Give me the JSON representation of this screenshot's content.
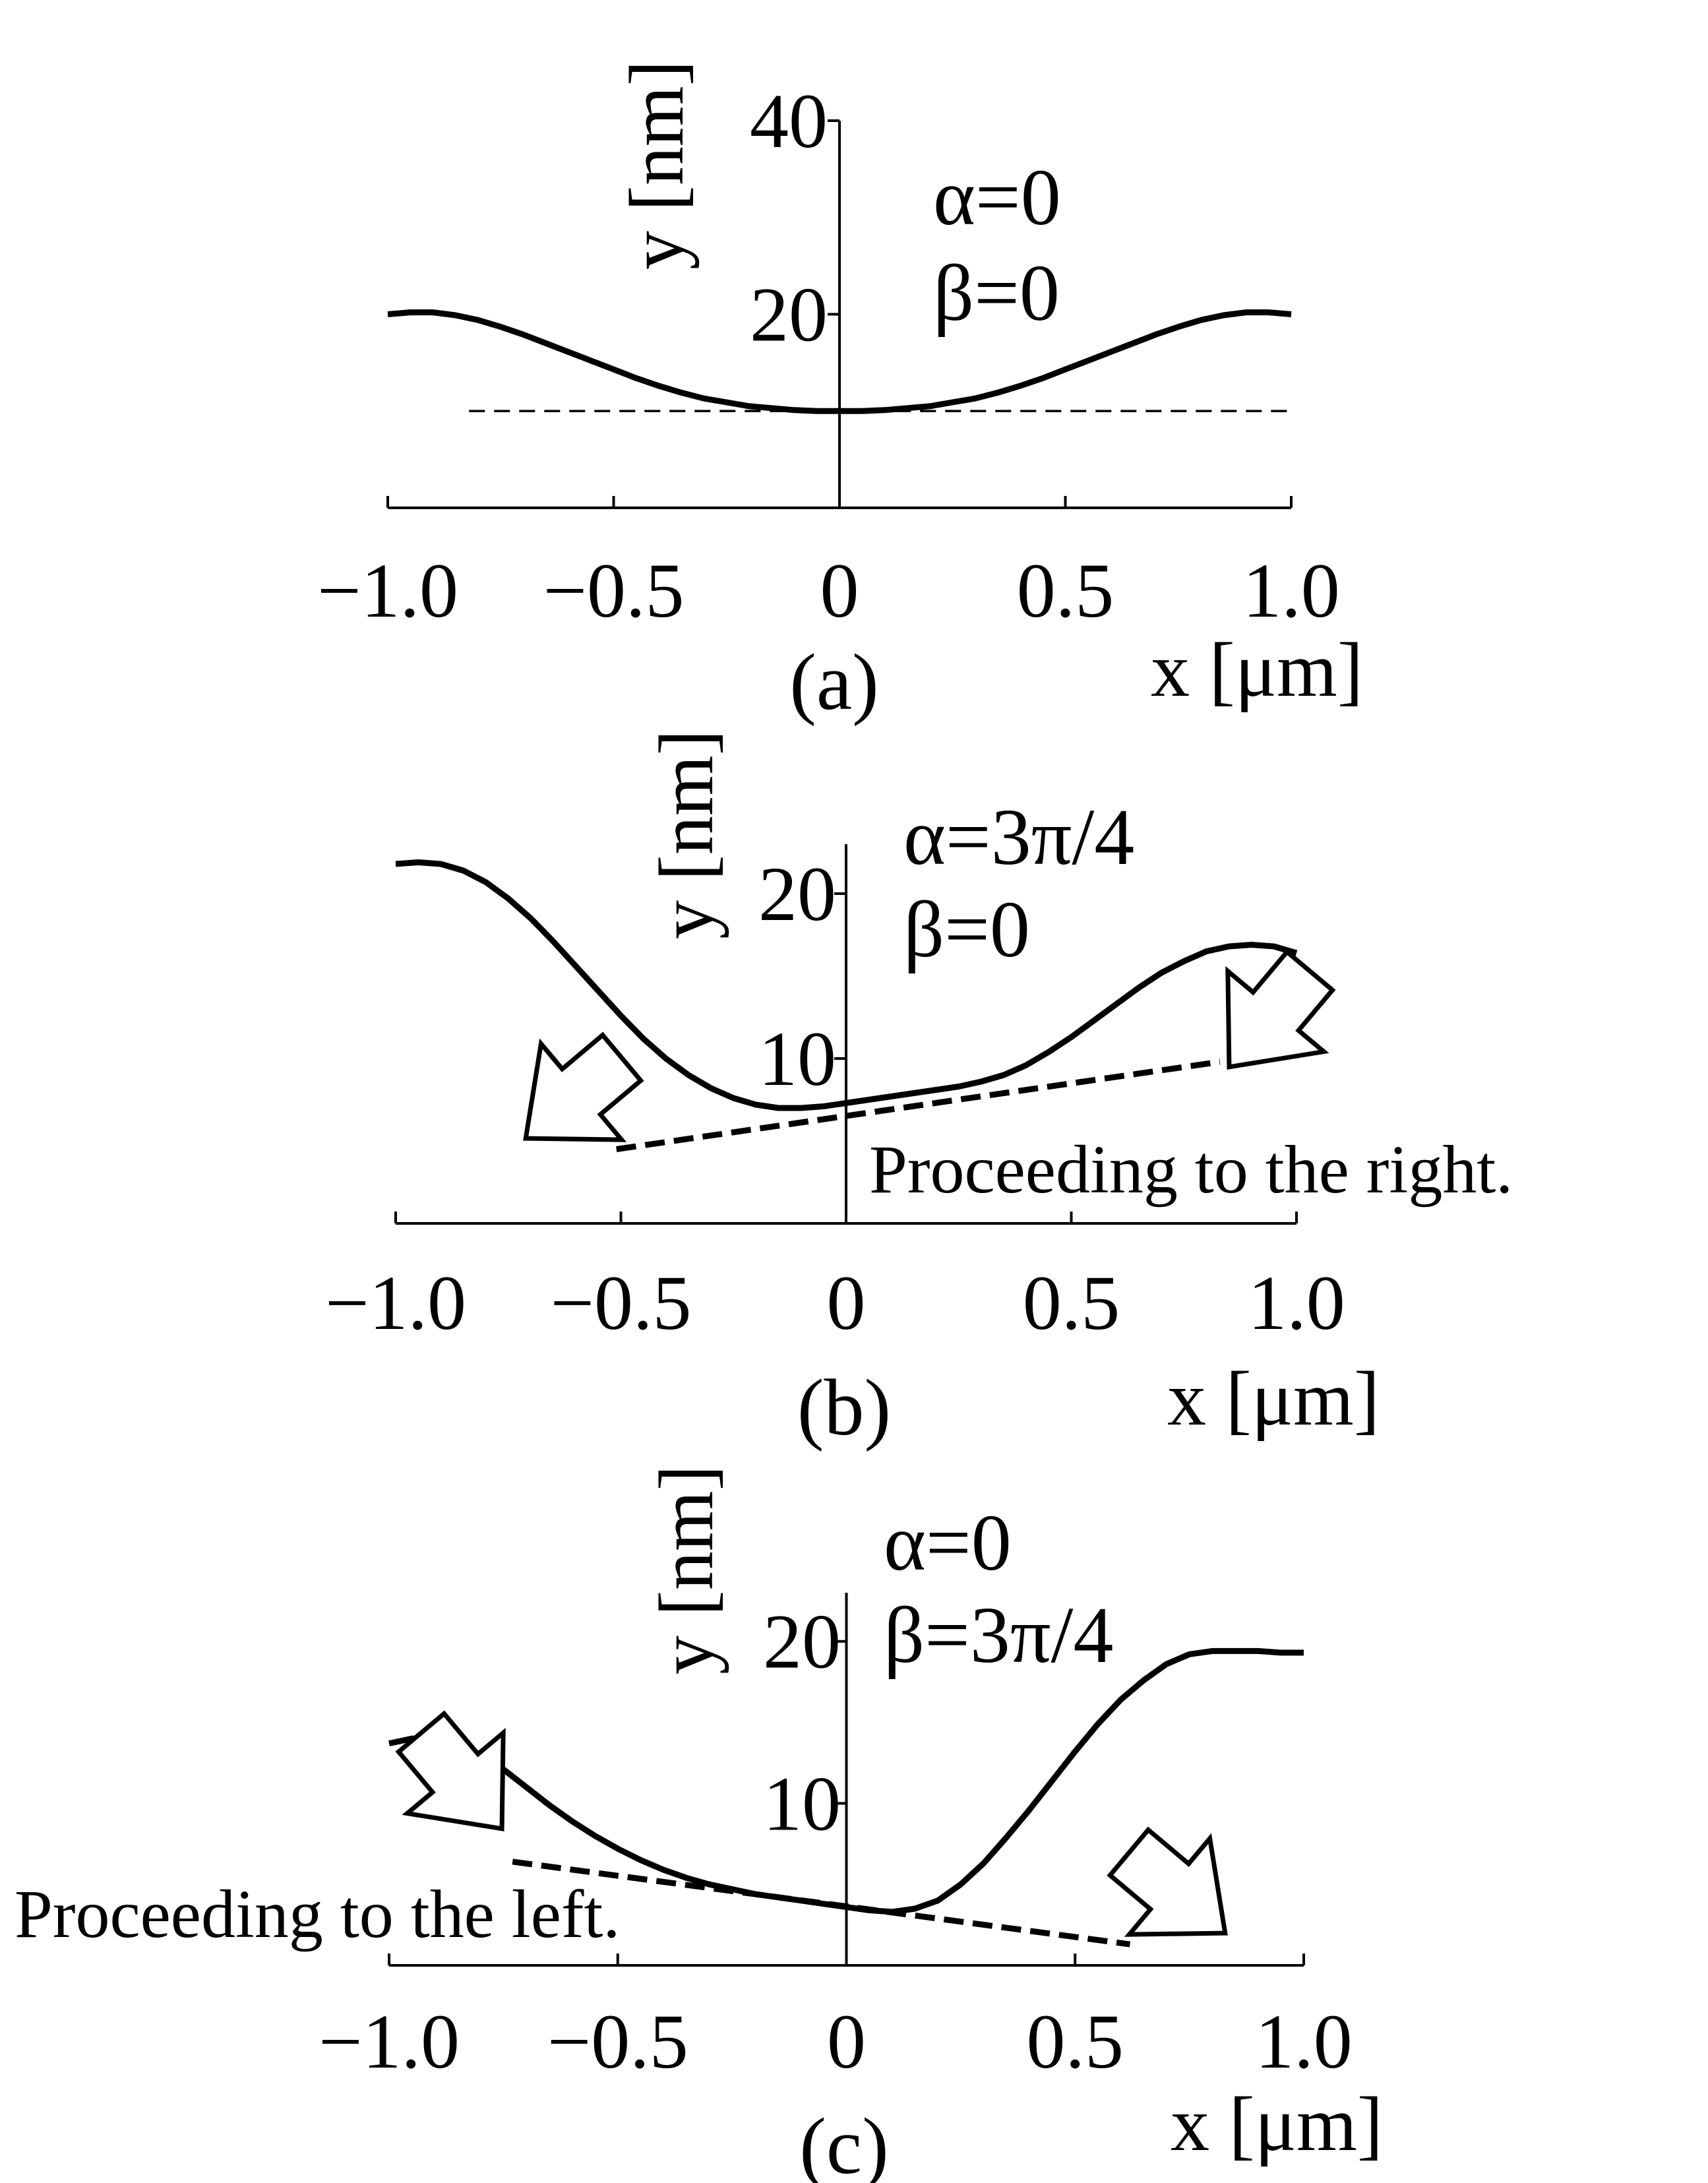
{
  "chart_data": [
    {
      "type": "line",
      "panel_label": "(a)",
      "xlabel": "x [μm]",
      "ylabel": "y [nm]",
      "xlim": [
        -1.0,
        1.0
      ],
      "ylim": [
        0,
        40
      ],
      "x_ticks": [
        -1.0,
        -0.5,
        0,
        0.5,
        1.0
      ],
      "x_tick_labels": [
        "−1.0",
        "−0.5",
        "0",
        "0.5",
        "1.0"
      ],
      "y_ticks": [
        20,
        40
      ],
      "y_tick_labels": [
        "20",
        "40"
      ],
      "params": [
        "α=0",
        "β=0"
      ],
      "grid": false,
      "series": [
        {
          "style": "solid",
          "x": [
            -1.0,
            -0.95,
            -0.9,
            -0.85,
            -0.8,
            -0.75,
            -0.7,
            -0.65,
            -0.6,
            -0.55,
            -0.5,
            -0.45,
            -0.4,
            -0.35,
            -0.3,
            -0.25,
            -0.2,
            -0.15,
            -0.1,
            -0.05,
            0,
            0.05,
            0.1,
            0.15,
            0.2,
            0.25,
            0.3,
            0.35,
            0.4,
            0.45,
            0.5,
            0.55,
            0.6,
            0.65,
            0.7,
            0.75,
            0.8,
            0.85,
            0.9,
            0.95,
            1.0
          ],
          "y": [
            20.0,
            20.2,
            20.2,
            19.9,
            19.4,
            18.7,
            17.9,
            17.0,
            16.1,
            15.2,
            14.3,
            13.4,
            12.6,
            11.9,
            11.3,
            10.9,
            10.5,
            10.3,
            10.1,
            10.0,
            10.0,
            10.0,
            10.1,
            10.3,
            10.5,
            10.9,
            11.3,
            11.9,
            12.6,
            13.4,
            14.3,
            15.2,
            16.1,
            17.0,
            17.9,
            18.7,
            19.4,
            19.9,
            20.2,
            20.2,
            20.0
          ]
        },
        {
          "style": "dashed-thin",
          "x": [
            -0.82,
            1.0
          ],
          "y": [
            10.0,
            10.0
          ]
        }
      ]
    },
    {
      "type": "line",
      "panel_label": "(b)",
      "xlabel": "x [μm]",
      "ylabel": "y [nm]",
      "xlim": [
        -1.0,
        1.0
      ],
      "ylim": [
        0,
        23
      ],
      "x_ticks": [
        -1.0,
        -0.5,
        0,
        0.5,
        1.0
      ],
      "x_tick_labels": [
        "−1.0",
        "−0.5",
        "0",
        "0.5",
        "1.0"
      ],
      "y_ticks": [
        10,
        20
      ],
      "y_tick_labels": [
        "10",
        "20"
      ],
      "params": [
        "α=3π/4",
        "β=0"
      ],
      "annotation": "Proceeding to the right.",
      "grid": false,
      "series": [
        {
          "style": "solid",
          "x": [
            -1.0,
            -0.95,
            -0.9,
            -0.85,
            -0.8,
            -0.75,
            -0.7,
            -0.65,
            -0.6,
            -0.55,
            -0.5,
            -0.45,
            -0.4,
            -0.35,
            -0.3,
            -0.25,
            -0.2,
            -0.15,
            -0.1,
            -0.05,
            0,
            0.05,
            0.1,
            0.15,
            0.2,
            0.25,
            0.3,
            0.35,
            0.4,
            0.45,
            0.5,
            0.55,
            0.6,
            0.65,
            0.7,
            0.75,
            0.8,
            0.85,
            0.9,
            0.95,
            1.0
          ],
          "y": [
            21.8,
            21.9,
            21.8,
            21.4,
            20.7,
            19.7,
            18.5,
            17.1,
            15.6,
            14.1,
            12.6,
            11.2,
            10.0,
            9.0,
            8.2,
            7.6,
            7.2,
            7.0,
            7.0,
            7.1,
            7.3,
            7.5,
            7.7,
            7.9,
            8.1,
            8.3,
            8.6,
            9.0,
            9.6,
            10.4,
            11.3,
            12.3,
            13.3,
            14.3,
            15.2,
            15.9,
            16.5,
            16.8,
            16.9,
            16.8,
            16.4
          ]
        },
        {
          "style": "dashed-thick",
          "x": [
            -0.51,
            0.83
          ],
          "y": [
            4.5,
            9.8
          ]
        }
      ]
    },
    {
      "type": "line",
      "panel_label": "(c)",
      "xlabel": "x [μm]",
      "ylabel": "y [nm]",
      "xlim": [
        -1.0,
        1.0
      ],
      "ylim": [
        0,
        23
      ],
      "x_ticks": [
        -1.0,
        -0.5,
        0,
        0.5,
        1.0
      ],
      "x_tick_labels": [
        "−1.0",
        "−0.5",
        "0",
        "0.5",
        "1.0"
      ],
      "y_ticks": [
        10,
        20
      ],
      "y_tick_labels": [
        "10",
        "20"
      ],
      "params": [
        "α=0",
        "β=3π/4"
      ],
      "annotation": "Proceeding to the left.",
      "grid": false,
      "series": [
        {
          "style": "solid",
          "x": [
            -1.0,
            -0.95,
            -0.9,
            -0.85,
            -0.8,
            -0.75,
            -0.7,
            -0.65,
            -0.6,
            -0.55,
            -0.5,
            -0.45,
            -0.4,
            -0.35,
            -0.3,
            -0.25,
            -0.2,
            -0.15,
            -0.1,
            -0.05,
            0,
            0.05,
            0.1,
            0.15,
            0.2,
            0.25,
            0.3,
            0.35,
            0.4,
            0.45,
            0.5,
            0.55,
            0.6,
            0.65,
            0.7,
            0.75,
            0.8,
            0.85,
            0.9,
            0.95,
            1.0
          ],
          "y": [
            13.7,
            14.0,
            14.0,
            13.7,
            13.0,
            12.1,
            11.0,
            9.9,
            8.9,
            8.0,
            7.2,
            6.5,
            5.9,
            5.4,
            5.0,
            4.7,
            4.4,
            4.2,
            4.0,
            3.8,
            3.6,
            3.4,
            3.3,
            3.5,
            4.0,
            5.0,
            6.3,
            7.9,
            9.6,
            11.4,
            13.2,
            14.9,
            16.4,
            17.6,
            18.6,
            19.2,
            19.4,
            19.4,
            19.4,
            19.3,
            19.3
          ]
        },
        {
          "style": "dashed-thick",
          "x": [
            -0.73,
            0.62
          ],
          "y": [
            6.4,
            1.3
          ]
        }
      ]
    }
  ]
}
